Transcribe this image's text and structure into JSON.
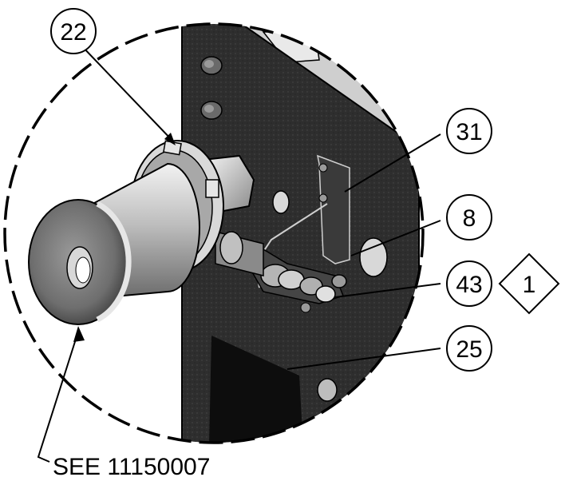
{
  "callouts": {
    "c22": "22",
    "c31": "31",
    "c8": "8",
    "c43": "43",
    "c25": "25"
  },
  "diamond_label": "1",
  "see_reference": "SEE 11150007",
  "colors": {
    "ink": "#000000",
    "plate": "#2b2b2b",
    "background": "#ffffff"
  }
}
